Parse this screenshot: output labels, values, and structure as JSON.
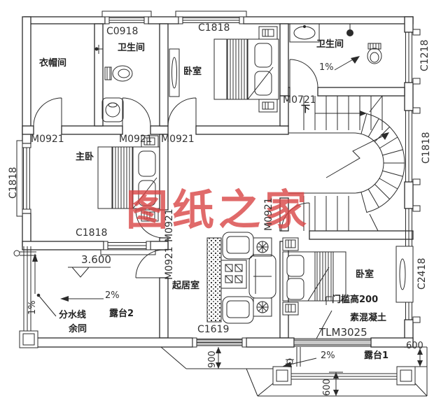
{
  "watermark": {
    "text": "图纸之家",
    "color": "#d94545"
  },
  "rooms": {
    "cloakroom": "衣帽间",
    "bathroom_top_left": "卫生间",
    "bathroom_top_right": "卫生间",
    "bedroom_top": "卧室",
    "master_bedroom": "主卧",
    "living_room": "起居室",
    "bedroom_right": "卧室",
    "terrace_1": "露台1",
    "terrace_2": "露台2"
  },
  "windows": {
    "c0918": "C0918",
    "c1818": "C1818",
    "c1218": "C1218",
    "c1619": "C1619",
    "c2418": "C2418"
  },
  "doors": {
    "m0921": "M0921",
    "m0721": "M0721",
    "tlm3025": "TLM3025"
  },
  "stairs": {
    "down": "下"
  },
  "annotations": {
    "level": "3.600",
    "slope_1pct": "1%",
    "slope_2pct": "2%",
    "water_divide": "分水线",
    "rest_same": "余同",
    "threshold": "门槛高200",
    "plain_concrete": "素混凝土"
  },
  "dimensions": {
    "d900": "900",
    "d600": "600"
  }
}
